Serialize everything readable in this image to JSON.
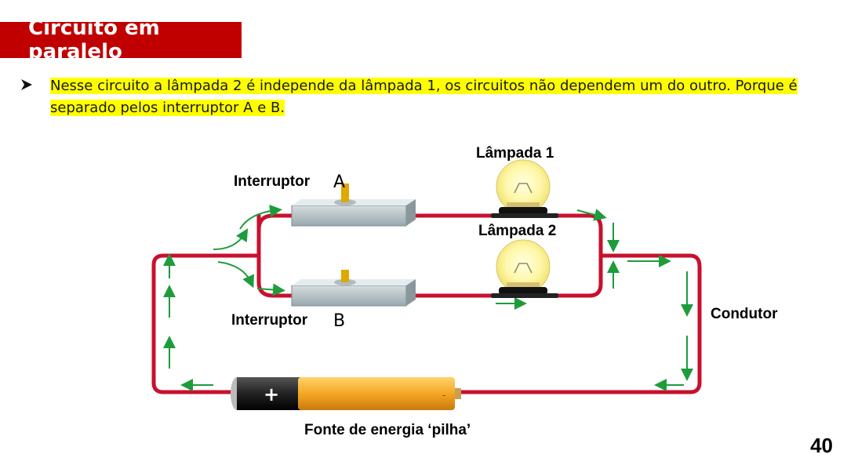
{
  "slide": {
    "title": "Circuito em paralelo",
    "bullet_line1": "Nesse circuito a lâmpada 2 é independe da lâmpada 1, os circuitos não dependem um do outro. Porque é",
    "bullet_line2": "separado pelos interruptor A e B.",
    "page_number": "40"
  },
  "diagram": {
    "lamp1_label": "Lâmpada 1",
    "lamp2_label": "Lâmpada 2",
    "switch_a_label": "Interruptor",
    "switch_a_letter": "A",
    "switch_b_label": "Interruptor",
    "switch_b_letter": "B",
    "conductor_label": "Condutor",
    "battery_label": "Fonte de energia ‘pilha’",
    "battery_plus": "+",
    "battery_minus": "-"
  },
  "colors": {
    "title_bg": "#c00000",
    "highlight": "#ffff00",
    "wire": "#c8102e",
    "arrow": "#1e9c3c",
    "battery_body": "#f5a623",
    "battery_cap": "#222222"
  },
  "icons": {
    "bullet": "arrowhead-bullet-icon"
  }
}
